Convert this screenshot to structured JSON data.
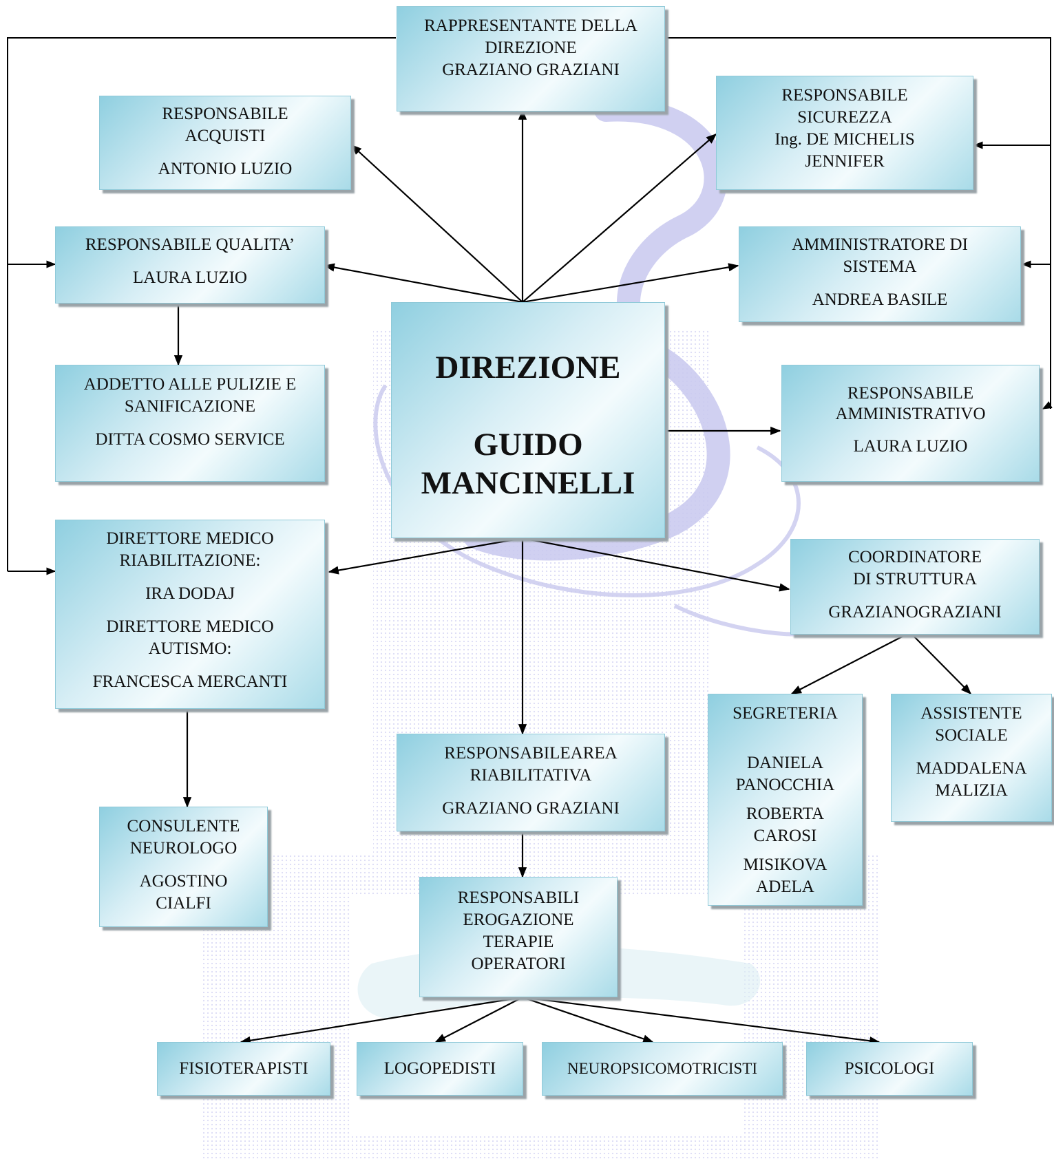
{
  "boxes": {
    "rappresentante": [
      "RAPPRESENTANTE DELLA",
      "DIREZIONE",
      "GRAZIANO GRAZIANI"
    ],
    "acquisti_role": [
      "RESPONSABILE",
      "ACQUISTI"
    ],
    "acquisti_name": "ANTONIO LUZIO",
    "sicurezza": [
      "RESPONSABILE",
      "SICUREZZA",
      "Ing. DE MICHELIS",
      "JENNIFER"
    ],
    "qualita_role": "RESPONSABILE QUALITA’",
    "qualita_name": "LAURA LUZIO",
    "sistema_role": [
      "AMMINISTRATORE  DI",
      "SISTEMA"
    ],
    "sistema_name": "ANDREA BASILE",
    "pulizie_role": [
      "ADDETTO ALLE PULIZIE E",
      "SANIFICAZIONE"
    ],
    "pulizie_name": "DITTA COSMO SERVICE",
    "direzione_title": "DIREZIONE",
    "direzione_name": [
      "GUIDO",
      "MANCINELLI"
    ],
    "amministrativo_role": [
      "RESPONSABILE",
      "AMMINISTRATIVO"
    ],
    "amministrativo_name": "LAURA LUZIO",
    "direttore_role_1": [
      "DIRETTORE MEDICO",
      "RIABILITAZIONE:"
    ],
    "direttore_name_1": "IRA DODAJ",
    "direttore_role_2": [
      "DIRETTORE MEDICO",
      "AUTISMO:"
    ],
    "direttore_name_2": "FRANCESCA MERCANTI",
    "coordinatore_role": [
      "COORDINATORE",
      "DI STRUTTURA"
    ],
    "coordinatore_name": "GRAZIANOGRAZIANI",
    "segreteria_title": "SEGRETERIA",
    "segreteria_names": [
      [
        "DANIELA",
        "PANOCCHIA"
      ],
      [
        "ROBERTA",
        "CAROSI"
      ],
      [
        "MISIKOVA",
        "ADELA"
      ]
    ],
    "assistente_role": [
      "ASSISTENTE",
      "SOCIALE"
    ],
    "assistente_name": [
      "MADDALENA",
      "MALIZIA"
    ],
    "riabilitativa_role": [
      "RESPONSABILEAREA",
      "RIABILITATIVA"
    ],
    "riabilitativa_name": "GRAZIANO GRAZIANI",
    "consulente_role": [
      "CONSULENTE",
      "NEUROLOGO"
    ],
    "consulente_name": [
      "AGOSTINO",
      "CIALFI"
    ],
    "erogazione": [
      "RESPONSABILI",
      "EROGAZIONE",
      "TERAPIE",
      "OPERATORI"
    ],
    "fisioterapisti": "FISIOTERAPISTI",
    "logopedisti": "LOGOPEDISTI",
    "neuropsicomotricisti": "NEUROPSICOMOTRICISTI",
    "psicologi": "PSICOLOGI"
  },
  "colors": {
    "line": "#000000",
    "box_light": "#f3fbfd",
    "box_dark": "#8fcfe0",
    "watermark": "#c8c8ee"
  }
}
